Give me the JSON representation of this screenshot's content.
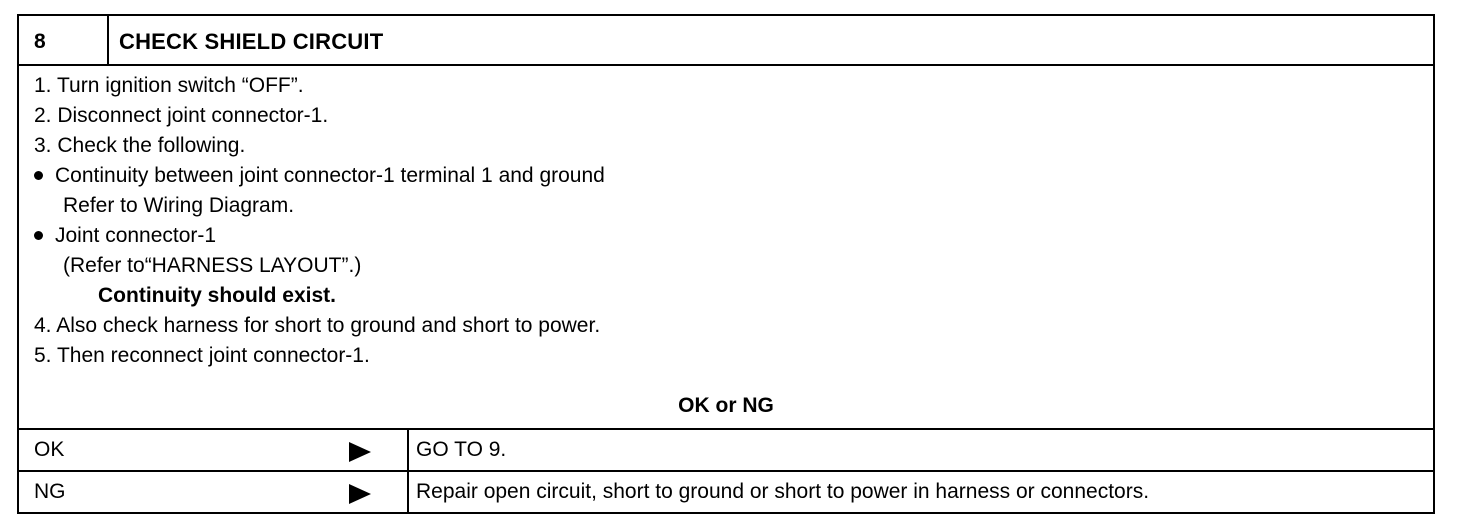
{
  "header": {
    "step_number": "8",
    "title": "CHECK SHIELD CIRCUIT"
  },
  "steps": [
    "1.  Turn ignition switch “OFF”.",
    "2.  Disconnect joint connector-1.",
    "3.  Check the following.",
    "Continuity between joint connector-1 terminal 1 and ground",
    "Refer to Wiring Diagram.",
    "Joint connector-1",
    "(Refer to“HARNESS LAYOUT”.)",
    "Continuity should exist.",
    "4.  Also check harness for short to ground and short to power.",
    "5.  Then reconnect joint connector-1."
  ],
  "ok_ng_heading": "OK or NG",
  "results": [
    {
      "label": "OK",
      "action": "GO TO 9."
    },
    {
      "label": "NG",
      "action": "Repair open circuit, short to ground or short to power in harness or connectors."
    }
  ]
}
